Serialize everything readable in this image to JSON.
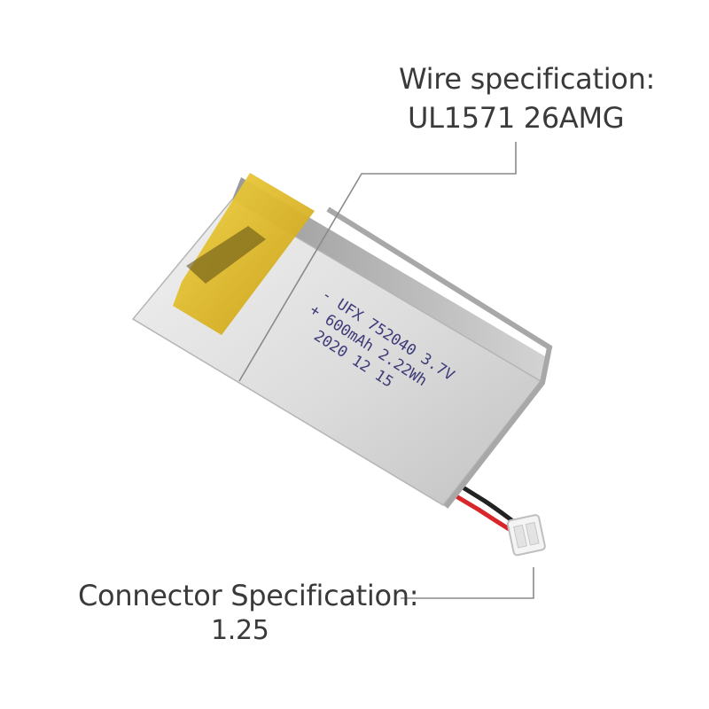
{
  "wire_spec": {
    "title": "Wire specification:",
    "value": "UL1571  26AMG"
  },
  "connector_spec": {
    "title": "Connector Specification:",
    "value": "1.25"
  },
  "battery_print": {
    "line1": "- UFX 752040 3.7V",
    "line2": "+ 600mAh 2.22Wh",
    "line3": "2020 12 15"
  },
  "colors": {
    "text": "#3a3a3a",
    "callout_line": "#8a8a8a",
    "battery_body": "#d9d9d9",
    "tape": "#e8c21a",
    "wire_red": "#d8262a",
    "wire_black": "#222222",
    "connector": "#f4f4f4",
    "print": "#3c3a78"
  },
  "icons": {
    "battery": "lipo-pouch-battery",
    "connector": "jst-connector"
  }
}
